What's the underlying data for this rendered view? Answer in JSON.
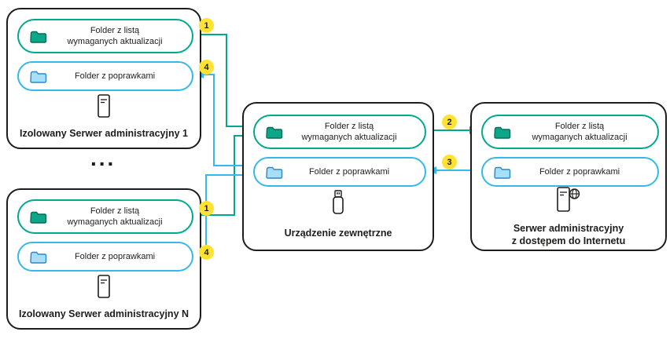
{
  "colors": {
    "teal": "#00a88e",
    "blue": "#35b9ea",
    "badge_yellow": "#ffe234",
    "outline_black": "#1d1d1b",
    "green_folder_fill": "#0ca789",
    "blue_folder_fill": "#a9def7"
  },
  "icons": {
    "updates_folder": "folder-green-icon",
    "patches_folder": "folder-blue-icon",
    "isolated_server": "server-tower-icon",
    "external_device": "usb-drive-icon",
    "internet_server": "server-globe-icon"
  },
  "labels": {
    "updates_folder_lines": [
      "Folder z listą",
      "wymaganych aktualizacji"
    ],
    "patches_folder": "Folder z poprawkami"
  },
  "nodes": {
    "isolated_server_1": {
      "title": "Izolowany Serwer administracyjny 1"
    },
    "isolated_server_n": {
      "title": "Izolowany Serwer administracyjny N"
    },
    "external_device": {
      "title": "Urządzenie zewnętrzne"
    },
    "internet_server": {
      "title_lines": [
        "Serwer administracyjny",
        "z dostępem do Internetu"
      ]
    }
  },
  "ellipsis": "...",
  "steps": {
    "1": "1",
    "2": "2",
    "3": "3",
    "4": "4"
  }
}
